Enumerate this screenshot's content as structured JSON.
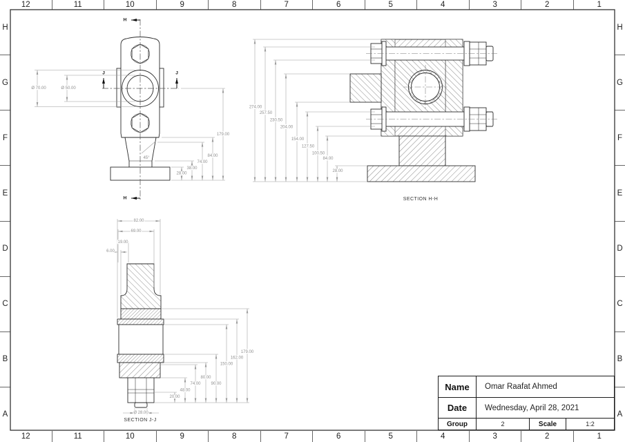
{
  "sheet": {
    "grid_columns": [
      "12",
      "11",
      "10",
      "9",
      "8",
      "7",
      "6",
      "5",
      "4",
      "3",
      "2",
      "1"
    ],
    "grid_rows": [
      "H",
      "G",
      "F",
      "E",
      "D",
      "C",
      "B",
      "A"
    ]
  },
  "front_view": {
    "section_h_label": "H",
    "section_j_label": "J",
    "dim_dia_outer": "Ø 70.00",
    "dim_dia_inner": "Ø 50.00",
    "dim_chamfer": "45°",
    "dims_right": [
      "179.00",
      "84.00",
      "74.00",
      "38.00",
      "28.00"
    ]
  },
  "section_hh": {
    "label": "SECTION H-H",
    "dims": [
      "274.00",
      "257.50",
      "230.50",
      "204.00",
      "154.00",
      "127.50",
      "100.50",
      "84.00",
      "28.00"
    ]
  },
  "section_jj": {
    "label": "SECTION J-J",
    "dims_top": [
      "82.00",
      "69.00",
      "19.00",
      "6.00"
    ],
    "dims_right": [
      "179.00",
      "162.00",
      "150.00",
      "90.00",
      "80.00",
      "74.00",
      "48.00",
      "20.00"
    ],
    "dim_bolt_dia": "Ø 28.00"
  },
  "title_block": {
    "name_label": "Name",
    "name_value": "Omar Raafat Ahmed",
    "date_label": "Date",
    "date_value": "Wednesday, April 28, 2021",
    "group_label": "Group",
    "group_value": "2",
    "scale_label": "Scale",
    "scale_value": "1:2"
  },
  "colors": {
    "outline": "#2b2b2b",
    "dimension": "#9b9b9b",
    "background": "#ffffff"
  }
}
